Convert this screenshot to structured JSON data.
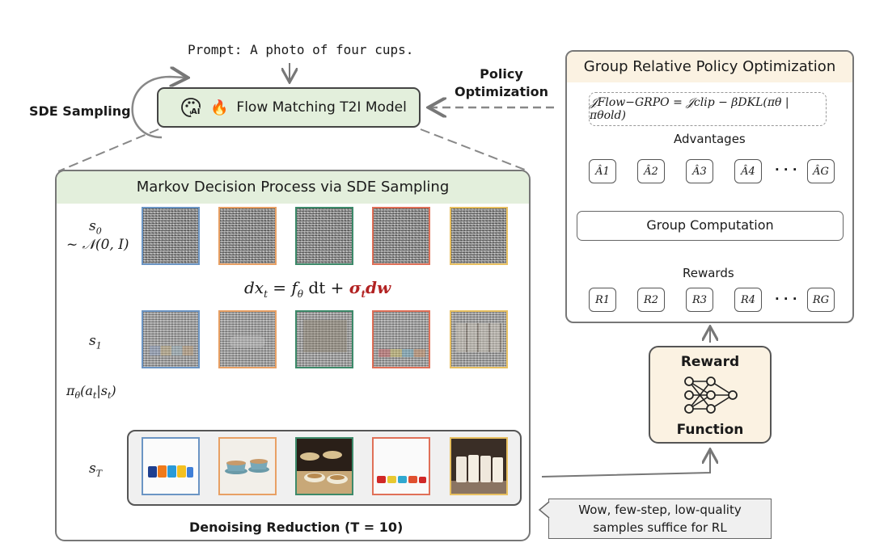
{
  "prompt": "Prompt: A photo of four cups.",
  "sde_sampling_label": "SDE Sampling",
  "model": {
    "icon_text": "AI",
    "label": "Flow Matching T2I Model"
  },
  "policy_optimization": {
    "line1": "Policy",
    "line2": "Optimization"
  },
  "mdp": {
    "title": "Markov Decision Process via SDE Sampling",
    "s0_label": "s",
    "s0_sub": "0",
    "s0_dist": "~ 𝒩(0, I)",
    "s1_label": "s",
    "s1_sub": "1",
    "sT_label": "s",
    "sT_sub": "T",
    "policy_label": "π",
    "policy_sub": "θ",
    "policy_rest": "(a",
    "policy_rest_sub": "t",
    "policy_tail": "|s",
    "policy_tail_sub": "t",
    "policy_close": ")",
    "sde_equation_det": "dx",
    "sde_equation_det_sub": "t",
    "sde_equation_mid": " = f",
    "sde_equation_mid_sub": "θ",
    "sde_equation_dt": " dt + ",
    "sde_equation_noise": "σ",
    "sde_equation_noise_sub": "t",
    "sde_equation_noise_tail": "dw",
    "dots": "⋮",
    "footer": "Denoising Reduction (T = 10)"
  },
  "grpo": {
    "title": "Group Relative Policy Optimization",
    "objective": "𝒥Flow−GRPO = 𝒥clip − βDKL(πθ | πθold)",
    "advantages_label": "Advantages",
    "advantages": [
      "Â1",
      "Â2",
      "Â3",
      "Â4",
      "ÂG"
    ],
    "ellipsis": "· · ·",
    "group_computation": "Group Computation",
    "rewards_label": "Rewards",
    "rewards": [
      "R1",
      "R2",
      "R3",
      "R4",
      "RG"
    ]
  },
  "reward_function": {
    "line1": "Reward",
    "line2": "Function"
  },
  "callout": {
    "line1": "Wow, few-step, low-quality",
    "line2": "samples suffice for RL"
  },
  "colors": {
    "blue": "#6b95c4",
    "orange": "#e8a064",
    "green": "#3d8a6a",
    "red": "#e07058",
    "yellow": "#e8c060",
    "panel_green": "#e3efdc",
    "panel_cream": "#fbf2e2",
    "noise_red": "#b22222"
  }
}
